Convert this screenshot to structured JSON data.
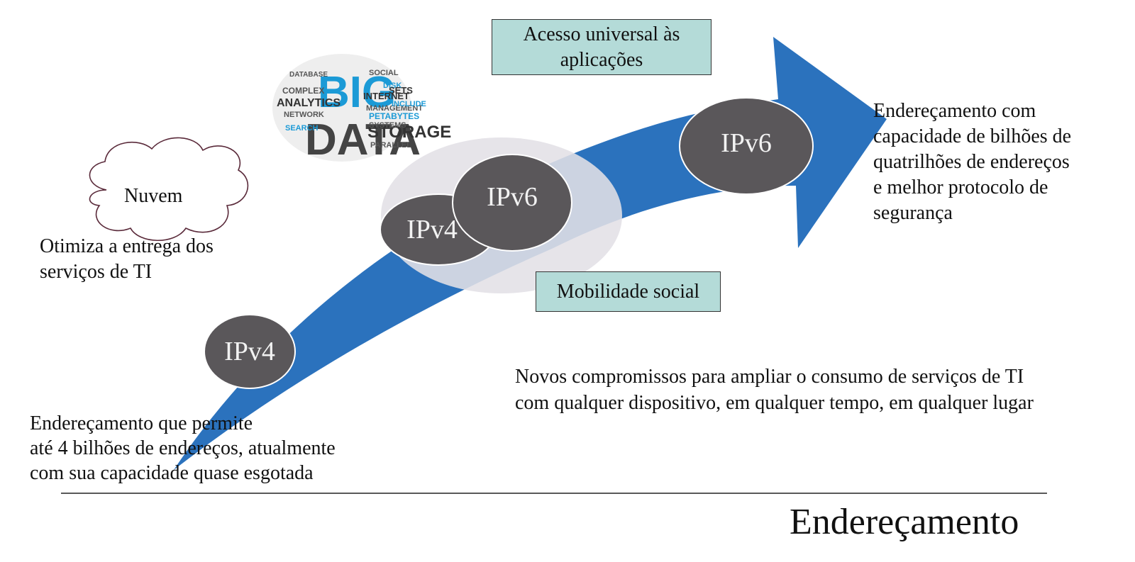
{
  "title": "Endereçamento",
  "arrow": {
    "color": "#2b72bd"
  },
  "stages": [
    {
      "id": "ipv4_start",
      "label": "IPv4"
    },
    {
      "id": "ipv4_mid",
      "label": "IPv4"
    },
    {
      "id": "ipv6_mid",
      "label": "IPv6"
    },
    {
      "id": "ipv6_end",
      "label": "IPv6"
    }
  ],
  "cloud": {
    "label": "Nuvem"
  },
  "big_data_logo": {
    "main_words": [
      "BIG",
      "DATA"
    ],
    "terms": [
      "ANALYTICS",
      "COMPLEX",
      "INTERNET",
      "STORAGE",
      "SOCIAL",
      "DISK",
      "MANAGEMENT",
      "PETABYTES",
      "NETWORK",
      "SEARCH",
      "SYSTEMS",
      "SETS",
      "PARALLEL",
      "INCLUDE",
      "DATABASE"
    ]
  },
  "boxes": {
    "top_line1": "Acesso universal às",
    "top_line2": "aplicações",
    "bottom": "Mobilidade social"
  },
  "texts": {
    "cloud_desc_line1": "Otimiza a entrega dos",
    "cloud_desc_line2": "serviços de TI",
    "ipv4_desc_line1": "Endereçamento que permite",
    "ipv4_desc_line2": "até 4 bilhões de endereços, atualmente",
    "ipv4_desc_line3": "com sua capacidade quase esgotada",
    "ipv6_desc_line1": "Endereçamento com",
    "ipv6_desc_line2": "capacidade de bilhões de",
    "ipv6_desc_line3": "quatrilhões de endereços",
    "ipv6_desc_line4": "e melhor protocolo de",
    "ipv6_desc_line5": "segurança",
    "commitments_line1": "Novos compromissos para ampliar o consumo de serviços de TI",
    "commitments_line2": "com qualquer dispositivo, em qualquer tempo, em qualquer lugar"
  },
  "colors": {
    "stage_fill": "#5a575a",
    "box_fill": "#b4dbd8",
    "halo_fill": "#e3e0e6",
    "big_data_blue": "#1b9ad6"
  }
}
